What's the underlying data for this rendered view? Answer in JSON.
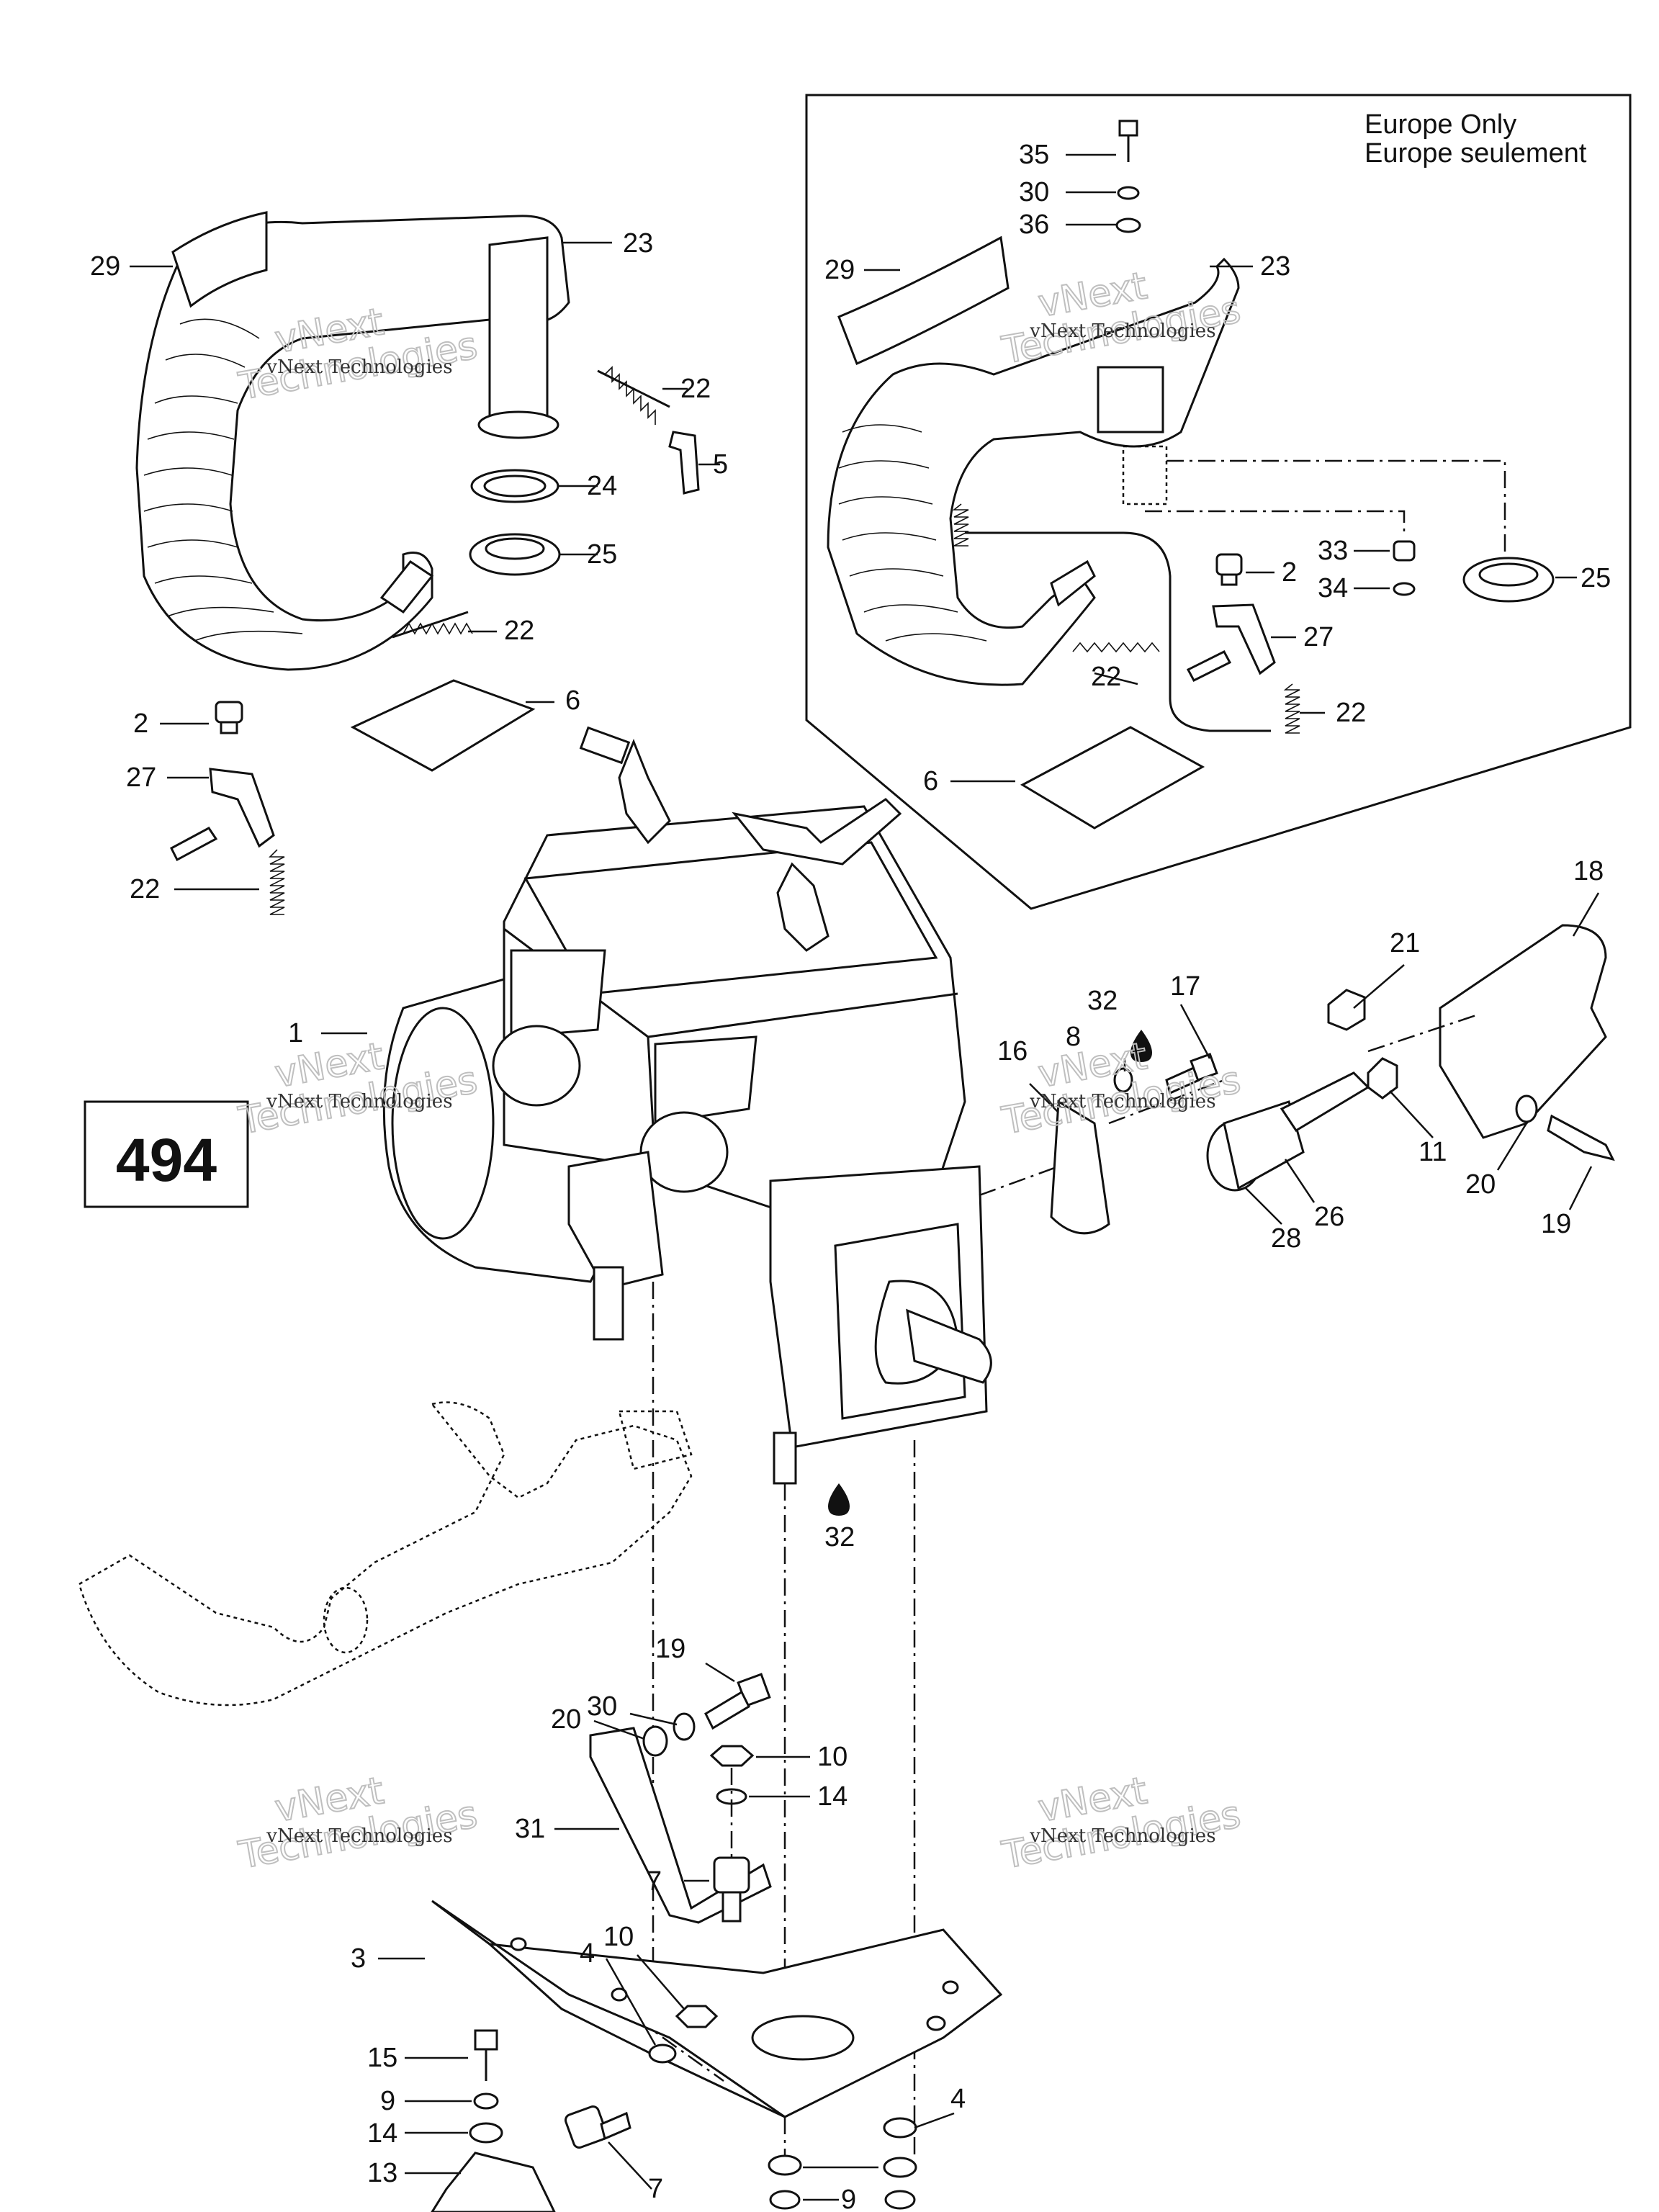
{
  "diagram_number": "494",
  "inset": {
    "title_line1": "Europe Only",
    "title_line2": "Europe seulement"
  },
  "watermark": {
    "small": "vNext Technologies",
    "big_line1": "vNext",
    "big_line2": "Technologies"
  },
  "callouts": {
    "c29a": "29",
    "c23a": "23",
    "c22a": "22",
    "c5": "5",
    "c24": "24",
    "c25a": "25",
    "c22b": "22",
    "c6a": "6",
    "c2a": "2",
    "c27a": "27",
    "c22c": "22",
    "c35": "35",
    "c30a": "30",
    "c36": "36",
    "c29b": "29",
    "c23b": "23",
    "c33": "33",
    "c2b": "2",
    "c34": "34",
    "c25b": "25",
    "c27b": "27",
    "c22d": "22",
    "c22e": "22",
    "c6b": "6",
    "c1": "1",
    "c18": "18",
    "c21": "21",
    "c17": "17",
    "c32a": "32",
    "c8": "8",
    "c16": "16",
    "c11": "11",
    "c20a": "20",
    "c19a": "19",
    "c26": "26",
    "c28": "28",
    "c32b": "32",
    "c19b": "19",
    "c30b": "30",
    "c20b": "20",
    "c10a": "10",
    "c14a": "14",
    "c31": "31",
    "c7a": "7",
    "c10b": "10",
    "c4a": "4",
    "c3": "3",
    "c15": "15",
    "c9a": "9",
    "c14b": "14",
    "c4b": "4",
    "c13": "13",
    "c7b": "7",
    "c9b": "9"
  }
}
